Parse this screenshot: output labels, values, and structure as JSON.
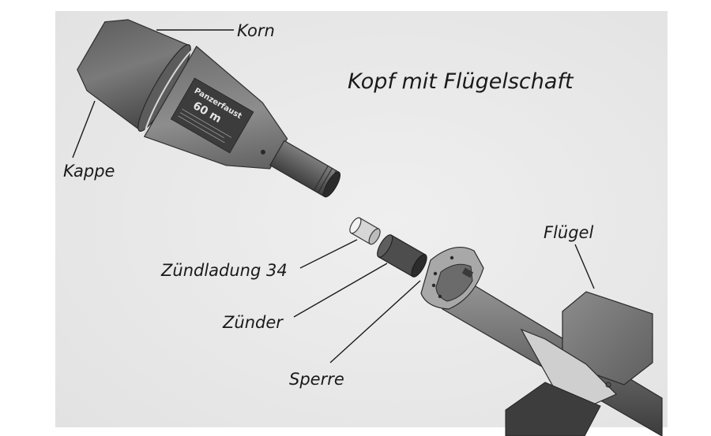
{
  "diagram": {
    "title": "Kopf mit Flügelschaft",
    "warhead_marking": {
      "name": "Panzerfaust",
      "range": "60 m"
    },
    "labels": {
      "korn": "Korn",
      "kappe": "Kappe",
      "zuendladung": "Zündladung 34",
      "zuender": "Zünder",
      "sperre": "Sperre",
      "fluegel": "Flügel"
    }
  }
}
